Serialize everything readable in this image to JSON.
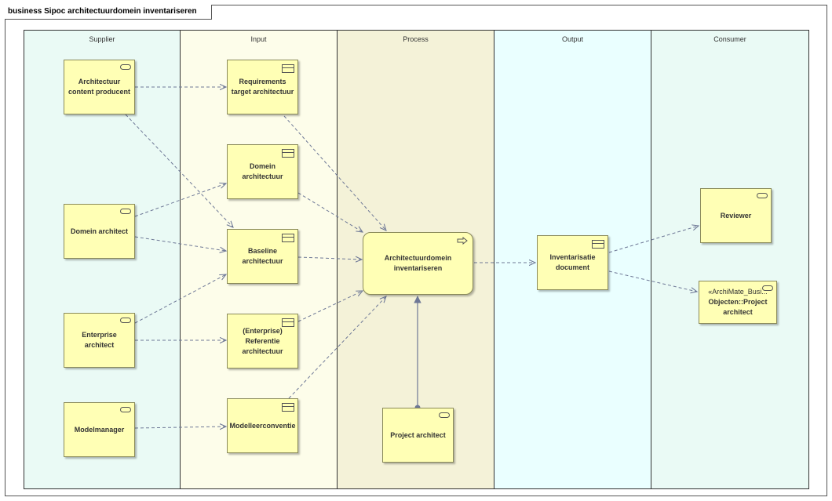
{
  "diagram": {
    "title": "business Sipoc architectuurdomein inventariseren",
    "lanes": [
      "Supplier",
      "Input",
      "Process",
      "Output",
      "Consumer"
    ],
    "lane_colors": [
      "#eafaf5",
      "#fdfdea",
      "#f4f2d8",
      "#eaffff",
      "#eafaf5"
    ],
    "node_fill": "#ffffb5",
    "edge_color": "#6e7896",
    "nodes": {
      "arch_content_producent": "Architectuur content producent",
      "domein_architect": "Domein architect",
      "enterprise_architect": "Enterprise architect",
      "modelmanager": "Modelmanager",
      "requirements_target": "Requirements target architectuur",
      "domein_architectuur": "Domein architectuur",
      "baseline_architectuur": "Baseline architectuur",
      "enterprise_referentie": "(Enterprise) Referentie architectuur",
      "modelleerconventie": "Modelleerconventie",
      "process": "Architectuurdomein inventariseren",
      "project_architect_process": "Project architect",
      "inventarisatie_document": "Inventarisatie document",
      "reviewer": "Reviewer",
      "project_architect_stereotype": "«ArchiMate_Busi...",
      "project_architect_consumer": "Objecten::Project architect"
    },
    "icons": {
      "actor": "business-actor-icon",
      "object": "business-object-icon",
      "process": "business-process-icon"
    }
  }
}
